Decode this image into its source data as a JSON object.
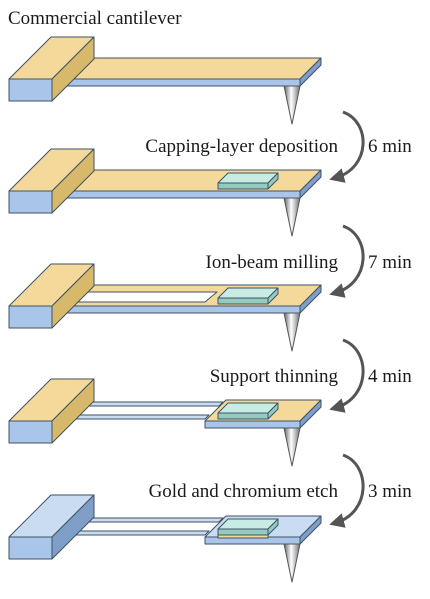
{
  "title": "Commercial cantilever",
  "steps": [
    {
      "label": "Capping-layer deposition",
      "time": "6 min"
    },
    {
      "label": "Ion-beam milling",
      "time": "7 min"
    },
    {
      "label": "Support thinning",
      "time": "4 min"
    },
    {
      "label": "Gold and chromium etch",
      "time": "3 min"
    }
  ],
  "colors": {
    "gold": "#f5d99a",
    "gold_side": "#d8b86a",
    "blue_top": "#c9dcf2",
    "blue_front": "#a9c6ea",
    "blue_side": "#7f9fc8",
    "cap_top": "#c8ece4",
    "cap_side": "#93cbbf",
    "outline": "#3f5266",
    "arrow": "#555555"
  }
}
